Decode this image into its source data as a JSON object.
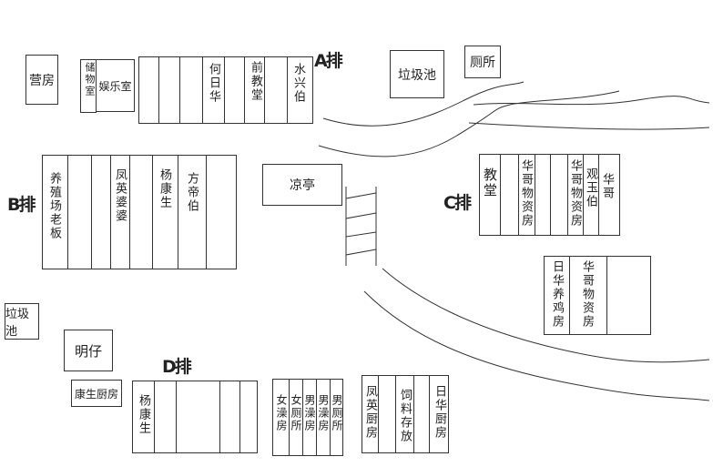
{
  "rows": {
    "a": "A排",
    "b": "B排",
    "c": "C排",
    "d": "D排"
  },
  "buildings": {
    "barracks": "营房",
    "storage": "储物室",
    "recreation": "娱乐室",
    "garbage_top": "垃圾池",
    "toilet": "厕所",
    "pavilion": "凉亭",
    "garbage_left": "垃圾池",
    "mingzai": "明仔",
    "kangsheng_kitchen": "康生厨房"
  },
  "row_a": [
    "何日华",
    "前教堂",
    "水兴伯"
  ],
  "row_b": [
    "养殖场老板",
    "凤英婆婆",
    "杨康生",
    "方帝伯"
  ],
  "row_c": [
    "教堂",
    "华哥物资房",
    "华哥物资房",
    "观玉伯",
    "华哥"
  ],
  "row_c2": [
    "日华养鸡房",
    "华哥物资房"
  ],
  "row_d": [
    "杨康生"
  ],
  "baths": [
    "女澡房",
    "女厕所",
    "男澡房",
    "男澡房",
    "男厕所"
  ],
  "kitchens": [
    "凤英厨房",
    "饲料存放",
    "日华厨房"
  ]
}
